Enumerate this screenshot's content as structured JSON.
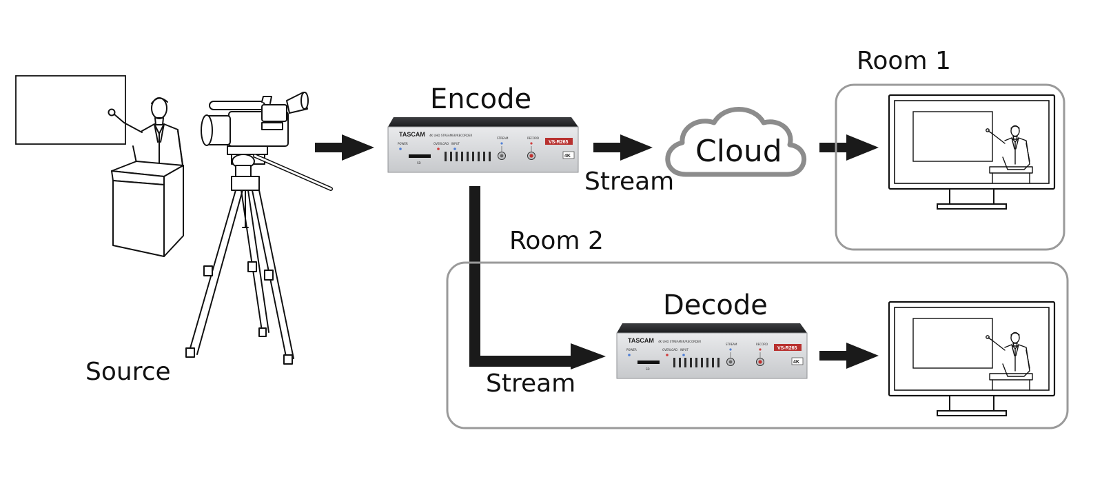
{
  "labels": {
    "source": "Source",
    "encode": "Encode",
    "decode": "Decode",
    "cloud": "Cloud",
    "stream_top": "Stream",
    "stream_bottom": "Stream",
    "room1": "Room 1",
    "room2": "Room 2"
  },
  "device": {
    "brand": "TASCAM",
    "model": "VS-R265",
    "badge": "4K",
    "subtitle": "4K UHD STREAMER/RECORDER",
    "led_power": "POWER",
    "led_overload": "OVERLOAD",
    "led_input": "INPUT",
    "led_stream": "STREAM",
    "led_record": "RECORD",
    "slot": "SD"
  },
  "colors": {
    "arrow": "#1a1a1a",
    "room_border": "#9a9a9a",
    "cloud_stroke": "#8c8c8c",
    "model_badge": "#b8312f",
    "device_body": "#d5d7da"
  }
}
